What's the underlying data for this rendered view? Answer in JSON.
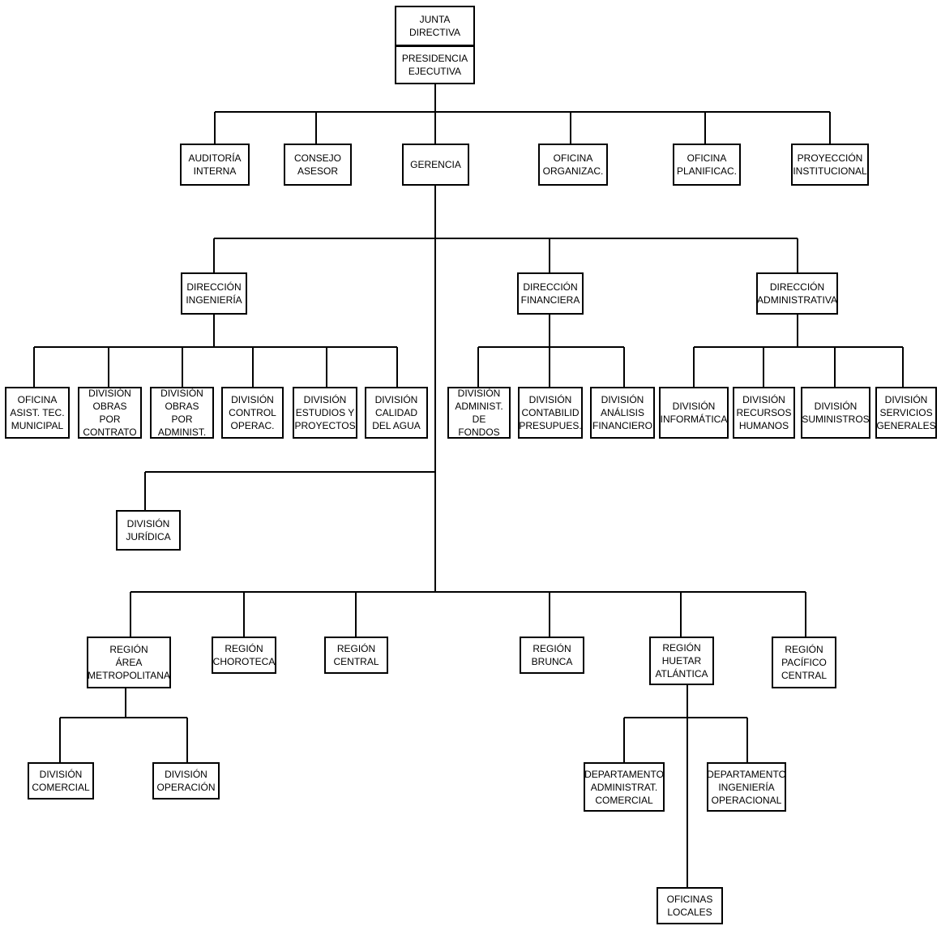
{
  "nodes": {
    "junta": "JUNTA\nDIRECTIVA",
    "presidencia": "PRESIDENCIA\nEJECUTIVA",
    "auditoria": "AUDITORÍA\nINTERNA",
    "consejo": "CONSEJO\nASESOR",
    "gerencia": "GERENCIA",
    "oficina_org": "OFICINA\nORGANIZAC.",
    "oficina_plan": "OFICINA\nPLANIFICAC.",
    "proyeccion": "PROYECCIÓN\nINSTITUCIONAL",
    "dir_ing": "DIRECCIÓN\nINGENIERÍA",
    "dir_fin": "DIRECCIÓN\nFINANCIERA",
    "dir_adm": "DIRECCIÓN\nADMINISTRATIVA",
    "of_asist": "OFICINA\nASIST. TEC.\nMUNICIPAL",
    "div_obras_contrato": "DIVISIÓN\nOBRAS POR\nCONTRATO",
    "div_obras_admin": "DIVISIÓN\nOBRAS POR\nADMINIST.",
    "div_control": "DIVISIÓN\nCONTROL\nOPERAC.",
    "div_estudios": "DIVISIÓN\nESTUDIOS Y\nPROYECTOS",
    "div_calidad": "DIVISIÓN\nCALIDAD\nDEL AGUA",
    "div_fondos": "DIVISIÓN\nADMINIST.\nDE FONDOS",
    "div_contab": "DIVISIÓN\nCONTABILID\nPRESUPUES.",
    "div_analisis": "DIVISIÓN\nANÁLISIS\nFINANCIERO",
    "div_informatica": "DIVISIÓN\nINFORMÁTICA",
    "div_recursos": "DIVISIÓN\nRECURSOS\nHUMANOS",
    "div_suministros": "DIVISIÓN\nSUMINISTROS",
    "div_servicios": "DIVISIÓN\nSERVICIOS\nGENERALES",
    "div_juridica": "DIVISIÓN\nJURÍDICA",
    "reg_metro": "REGIÓN\nÁREA\nMETROPOLITANA",
    "reg_chorotega": "REGIÓN\nCHOROTECA",
    "reg_central": "REGIÓN\nCENTRAL",
    "reg_brunca": "REGIÓN\nBRUNCA",
    "reg_huetar": "REGIÓN\nHUETAR\nATLÁNTICA",
    "reg_pacifico": "REGIÓN\nPACÍFICO\nCENTRAL",
    "div_comercial": "DIVISIÓN\nCOMERCIAL",
    "div_operacion": "DIVISIÓN\nOPERACIÓN",
    "depto_admin": "DEPARTAMENTO\nADMINISTRAT.\nCOMERCIAL",
    "depto_ing": "DEPARTAMENTO\nINGENIERÍA\nOPERACIONAL",
    "oficinas_locales": "OFICINAS\nLOCALES"
  }
}
